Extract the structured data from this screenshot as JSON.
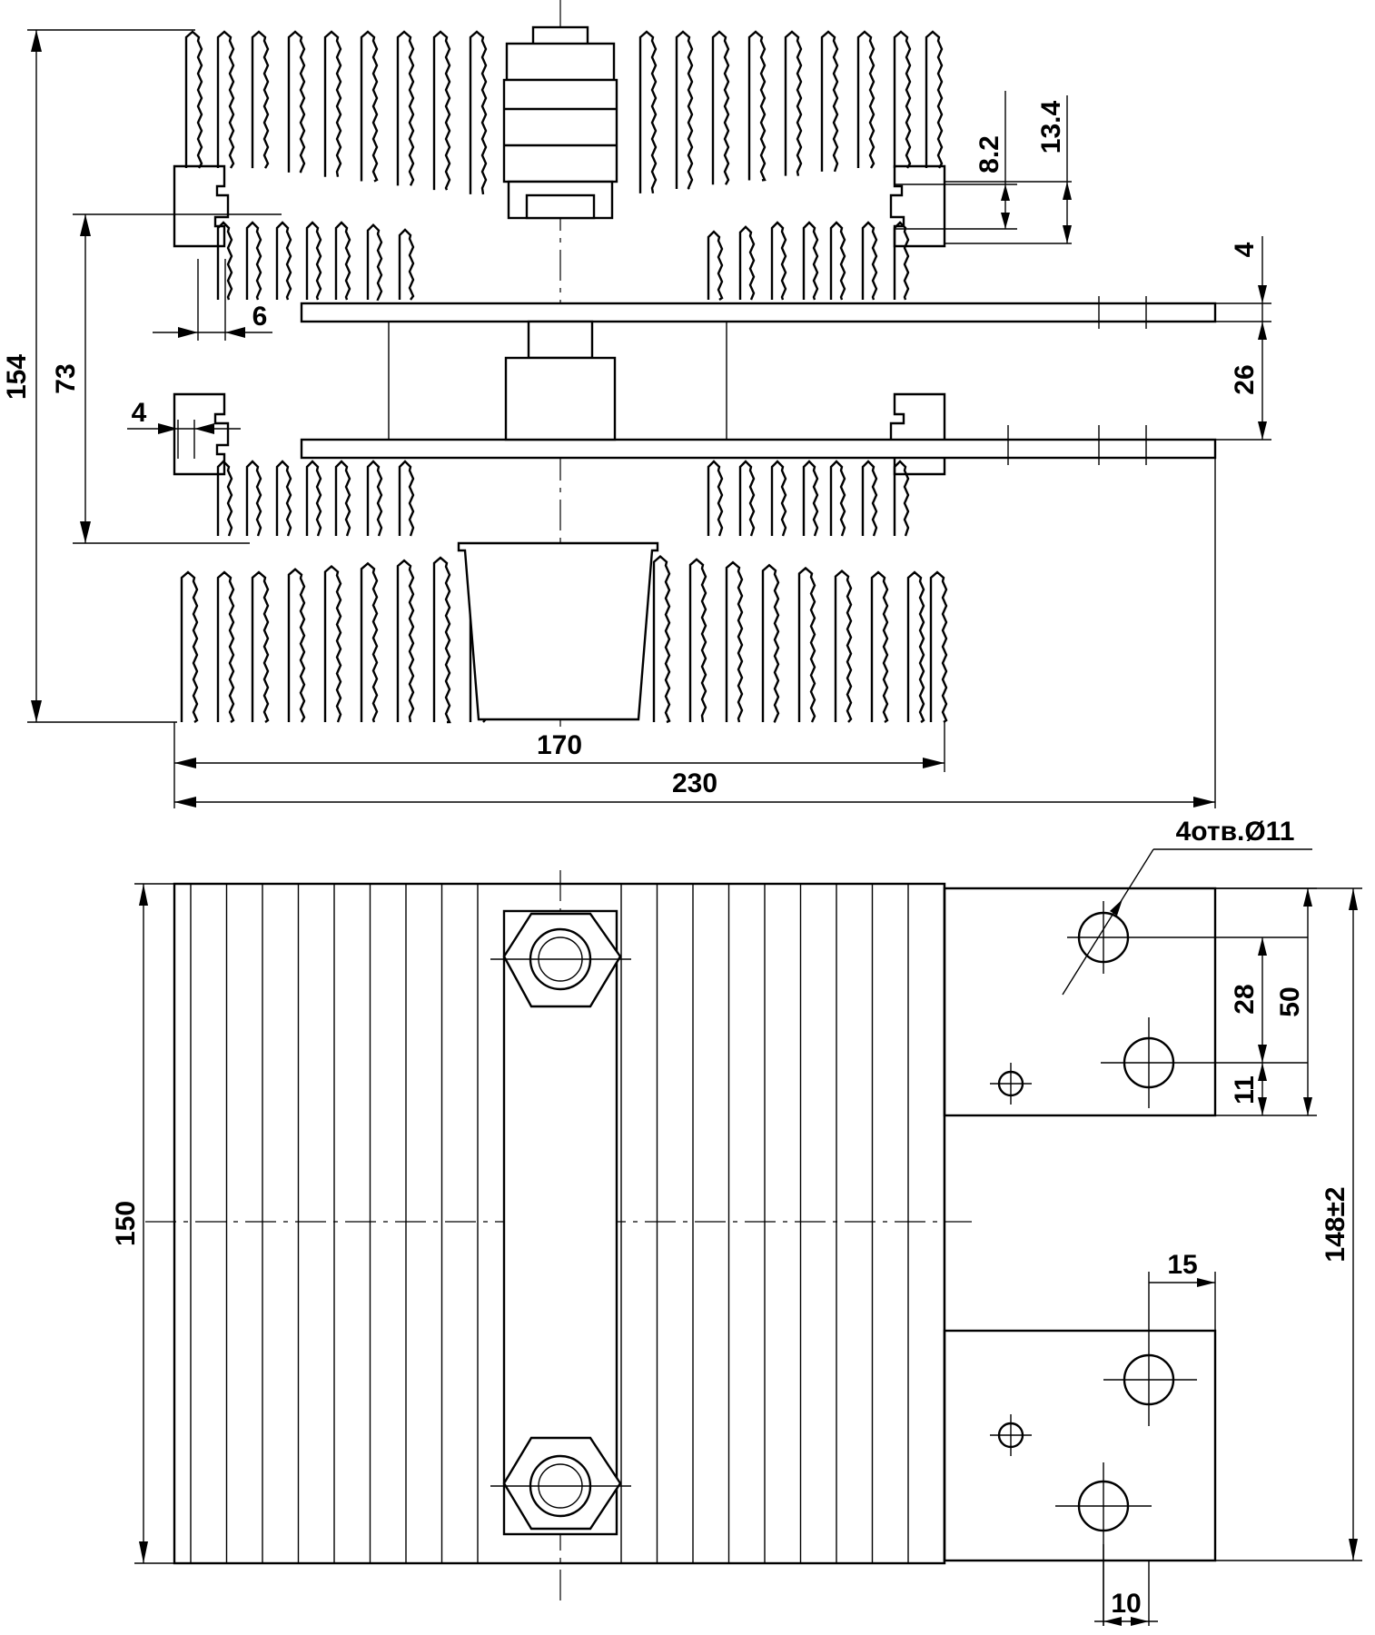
{
  "drawing": {
    "labels": {
      "height_total": "154",
      "height_73": "73",
      "fin_6": "6",
      "fin_4": "4",
      "slot_8_2": "8.2",
      "slot_13_4": "13.4",
      "bar_4": "4",
      "bar_26": "26",
      "width_170": "170",
      "width_230": "230",
      "holes": "4отв.Ø11",
      "dim_28": "28",
      "dim_50": "50",
      "dim_11": "11",
      "dim_150": "150",
      "dim_148": "148±2",
      "dim_15": "15",
      "dim_10": "10"
    }
  }
}
